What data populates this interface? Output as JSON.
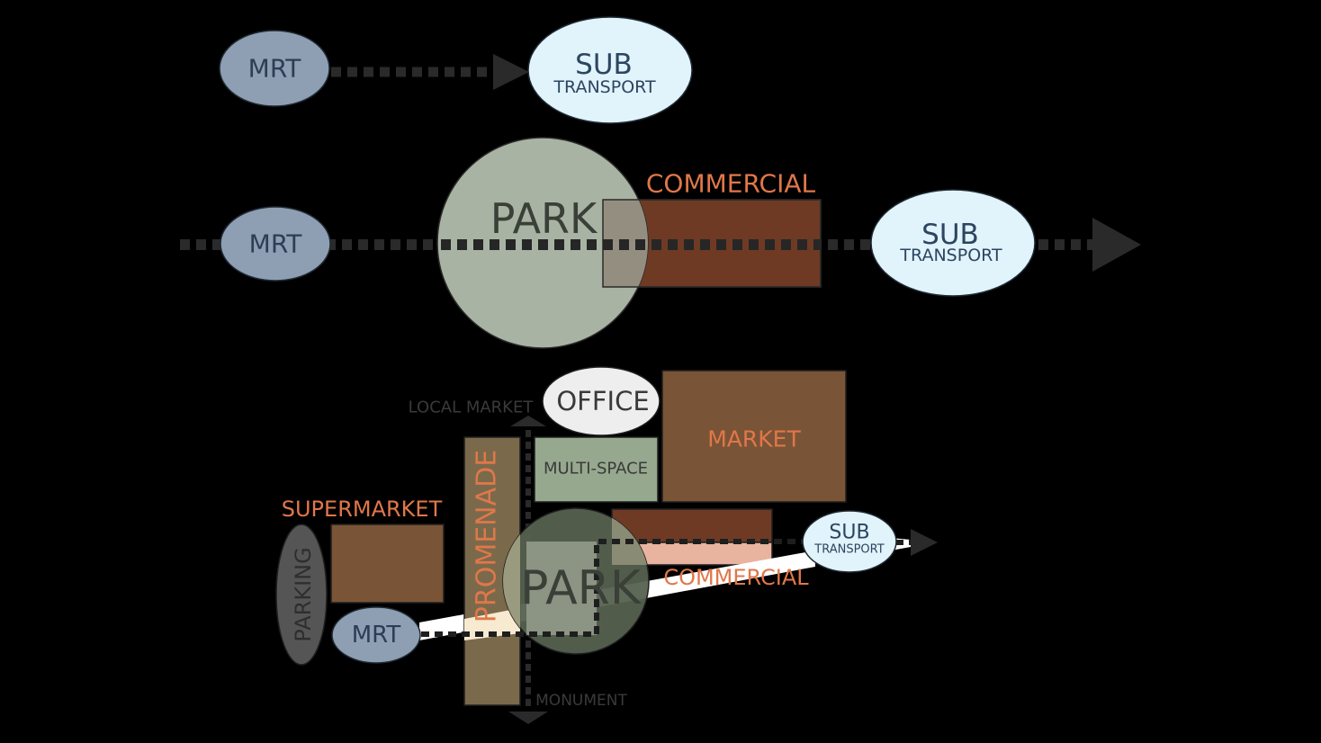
{
  "colors": {
    "background": "#000000",
    "mrt_fill": "#8e9fb3",
    "mrt_text": "#2c3d55",
    "sub_fill": "#e1f3fb",
    "sub_text": "#2c4560",
    "park_fill": "#a9b3a3",
    "park_dark_fill": "#56614f",
    "park_text": "#3a3f38",
    "commercial_fill": "#6e3a24",
    "commercial_light_fill": "#e8b39f",
    "accent_orange": "#e0774a",
    "market_fill": "#7a5436",
    "multi_space_fill": "#96a88e",
    "office_fill": "#eeeeee",
    "promenade_fill": "#7a6a4b",
    "parking_fill": "#555555",
    "supermarket_fill": "#7a5436",
    "dash_color": "#2a2a2a",
    "gray_label": "#3a3a3a"
  },
  "row1": {
    "mrt": "MRT",
    "sub_line1": "SUB",
    "sub_line2": "TRANSPORT"
  },
  "row2": {
    "mrt": "MRT",
    "park": "PARK",
    "commercial": "COMMERCIAL",
    "sub_line1": "SUB",
    "sub_line2": "TRANSPORT"
  },
  "row3": {
    "local_market": "LOCAL MARKET",
    "office": "OFFICE",
    "market": "MARKET",
    "multi_space": "MULTI-SPACE",
    "promenade": "PROMENADE",
    "supermarket": "SUPERMARKET",
    "parking": "PARKING",
    "park": "PARK",
    "commercial": "COMMERCIAL",
    "mrt": "MRT",
    "sub_line1": "SUB",
    "sub_line2": "TRANSPORT",
    "monument": "MONUMENT"
  }
}
